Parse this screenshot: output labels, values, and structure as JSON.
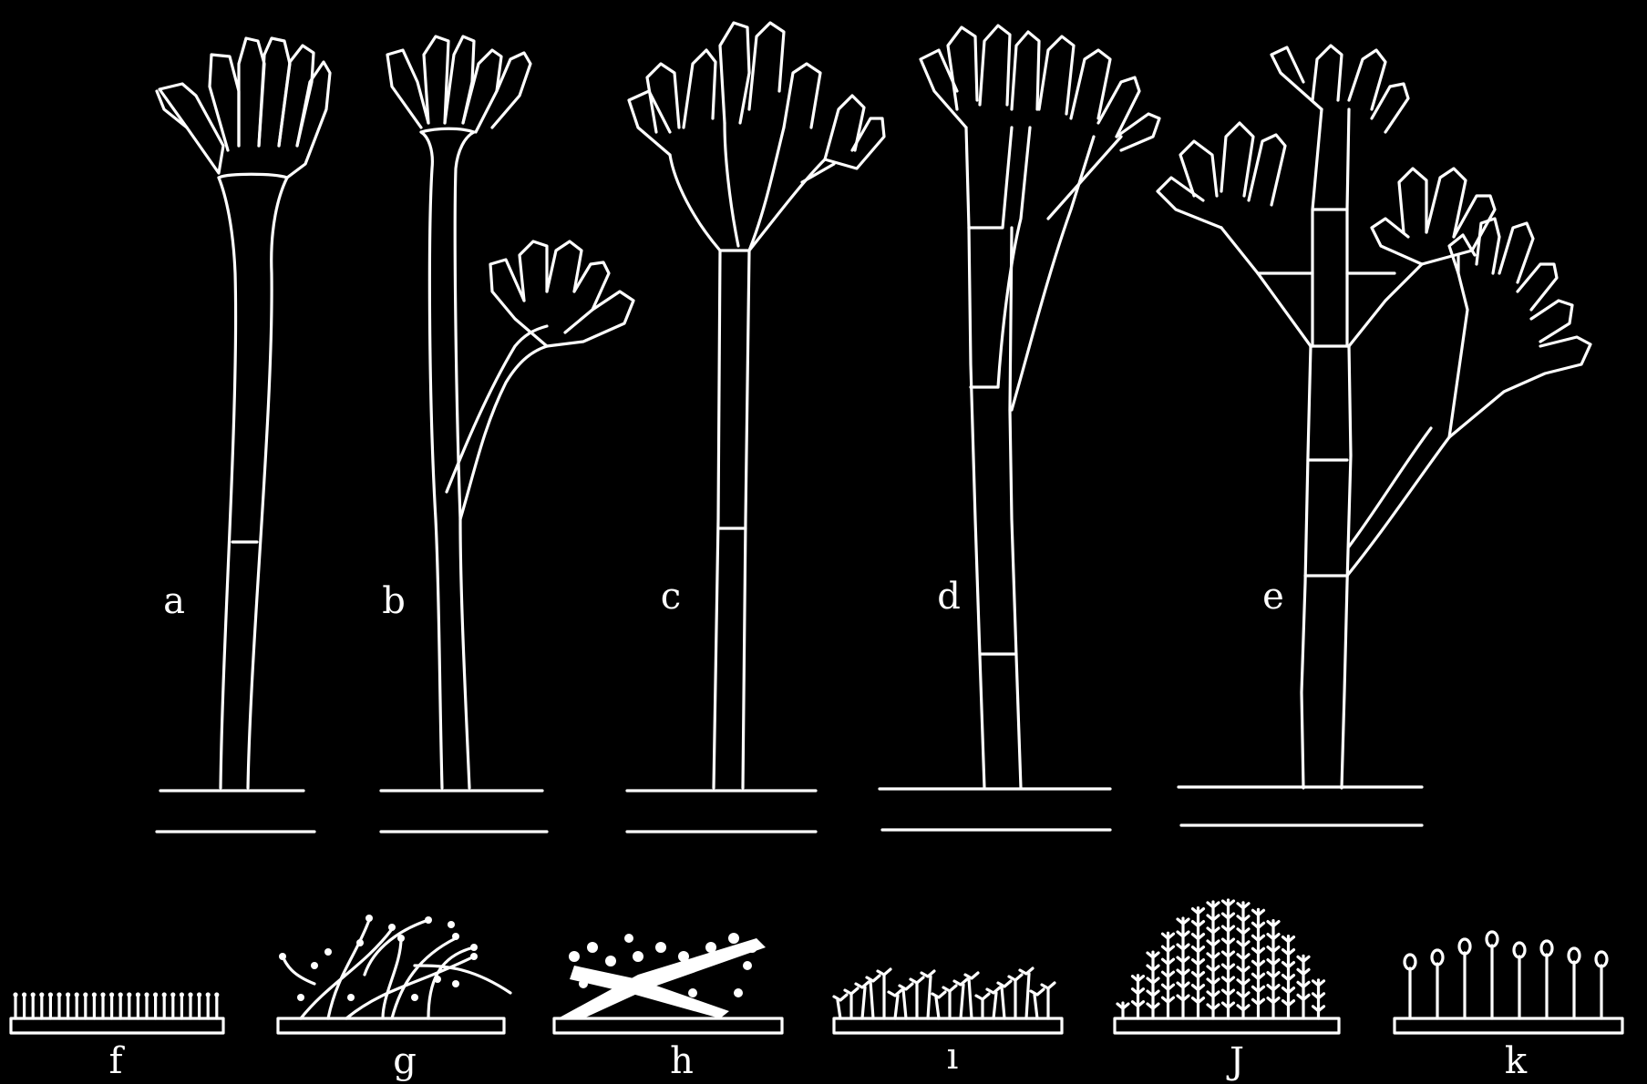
{
  "figure": {
    "background_color": "#000000",
    "ink_color": "#ffffff",
    "panels_large": [
      {
        "id": "a",
        "label": "a"
      },
      {
        "id": "b",
        "label": "b"
      },
      {
        "id": "c",
        "label": "c"
      },
      {
        "id": "d",
        "label": "d"
      },
      {
        "id": "e",
        "label": "e"
      }
    ],
    "panels_small": [
      {
        "id": "f",
        "label": "f"
      },
      {
        "id": "g",
        "label": "g"
      },
      {
        "id": "h",
        "label": "h"
      },
      {
        "id": "i",
        "label": "ı"
      },
      {
        "id": "j",
        "label": "J"
      },
      {
        "id": "k",
        "label": "k"
      }
    ]
  }
}
